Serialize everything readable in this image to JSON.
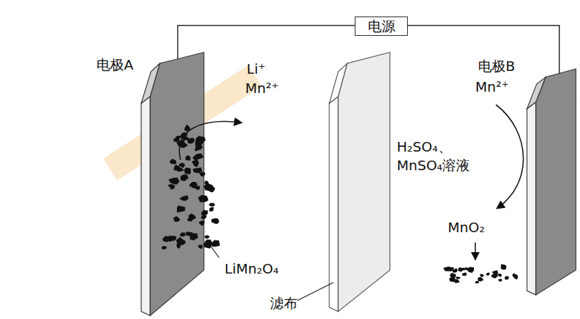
{
  "diagram": {
    "nodes": [
      {
        "text": [
          "电源"
        ]
      }
    ],
    "labels": [
      "电极A",
      "Li⁺",
      "Mn²⁺",
      "电极B",
      "Mn²⁺",
      "H₂SO₄、 MnSO₄溶液",
      "MnO₂",
      "LiMn₂O₄",
      "滤布"
    ]
  }
}
